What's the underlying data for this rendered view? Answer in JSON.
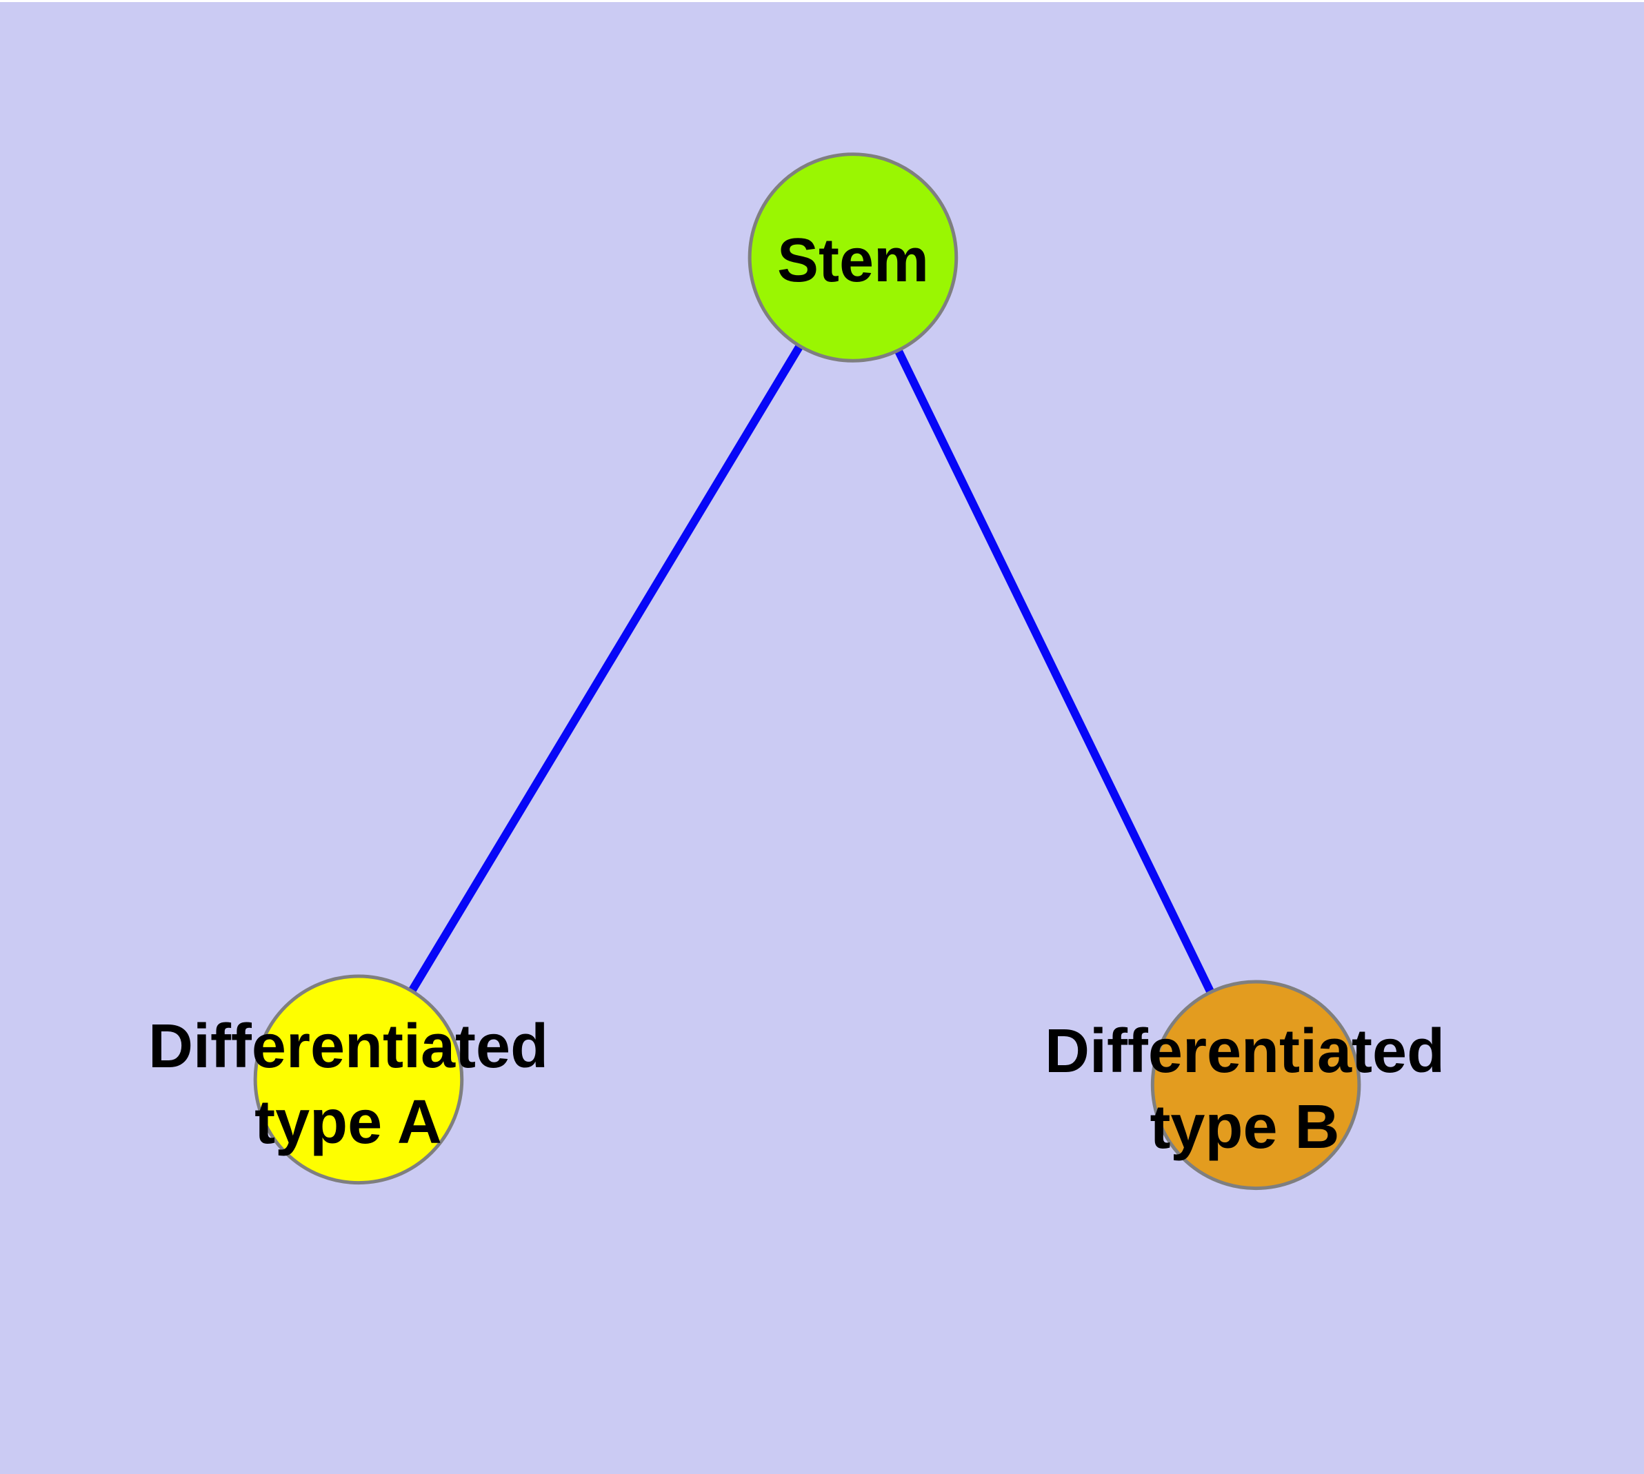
{
  "theme": {
    "background-color": "#cbcbf3",
    "page-edge-color": "#ffffff",
    "edge-color": "#0707f7",
    "node-border-color": "#7f7f7f",
    "label-color": "#000000"
  },
  "diagram": {
    "type": "node-link-tree",
    "nodes": [
      {
        "id": "stem",
        "label": "Stem",
        "label_lines": [
          "Stem"
        ],
        "fill": "#9af602"
      },
      {
        "id": "differentiated-type-a",
        "label": "Differentiated type A",
        "label_lines": [
          "Differentiated",
          "type A"
        ],
        "fill": "#fefe00"
      },
      {
        "id": "differentiated-type-b",
        "label": "Differentiated type B",
        "label_lines": [
          "Differentiated",
          "type B"
        ],
        "fill": "#e39c1f"
      }
    ],
    "edges": [
      {
        "from": "stem",
        "to": "differentiated-type-a"
      },
      {
        "from": "stem",
        "to": "differentiated-type-b"
      }
    ]
  }
}
